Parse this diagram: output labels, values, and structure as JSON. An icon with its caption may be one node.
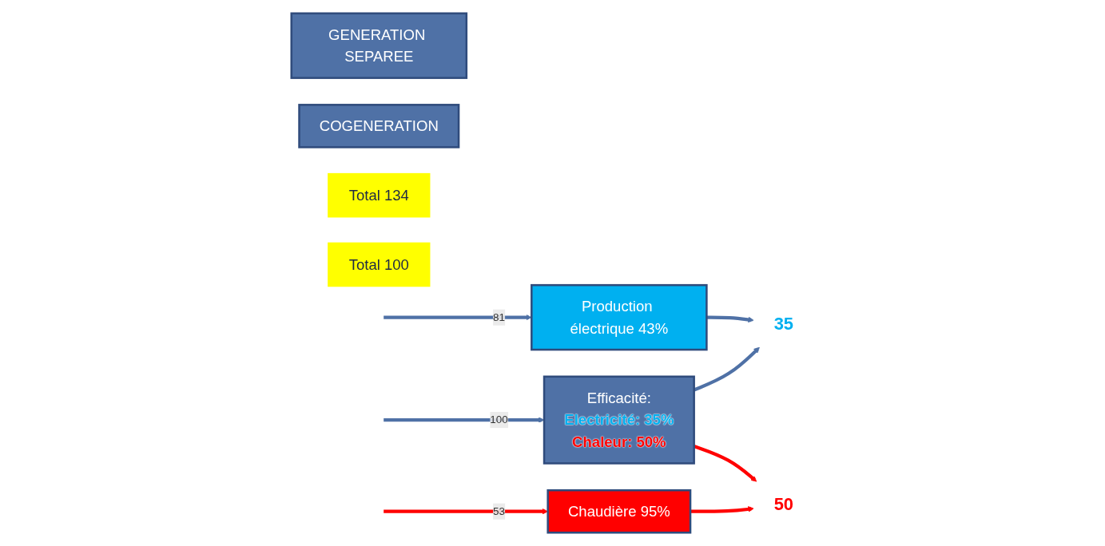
{
  "diagram": {
    "nodes": [
      {
        "text": [
          "GENERATION SEPAREE"
        ]
      },
      {
        "text": [
          "COGENERATION"
        ]
      },
      {
        "text": [
          "Production électrique 43%"
        ]
      },
      {
        "text": [
          "Chaudière 95%"
        ]
      },
      {
        "text": [
          "35"
        ]
      },
      {
        "text": [
          "50"
        ]
      },
      {
        "text": [
          "Efficacité:",
          "Electricité: 35%",
          "Chaleur: 50%"
        ]
      },
      {
        "text": [
          "Total 134"
        ]
      },
      {
        "text": [
          "Total 100"
        ]
      }
    ],
    "edges": [
      {
        "from": null,
        "to": 2,
        "arrow": "to",
        "label": "81"
      },
      {
        "from": 2,
        "to": 4,
        "arrow": "to"
      },
      {
        "from": null,
        "to": 3,
        "arrow": "to",
        "label": "53",
        "color": "#ff0000"
      },
      {
        "from": 3,
        "to": 5,
        "arrow": "to",
        "color": "#ff0000"
      },
      {
        "from": 6,
        "to": 4,
        "arrow": "to"
      },
      {
        "from": 6,
        "to": 5,
        "arrow": "to",
        "color": "#ff0000"
      },
      {
        "from": null,
        "to": 6,
        "arrow": "to",
        "label": "100"
      }
    ]
  }
}
